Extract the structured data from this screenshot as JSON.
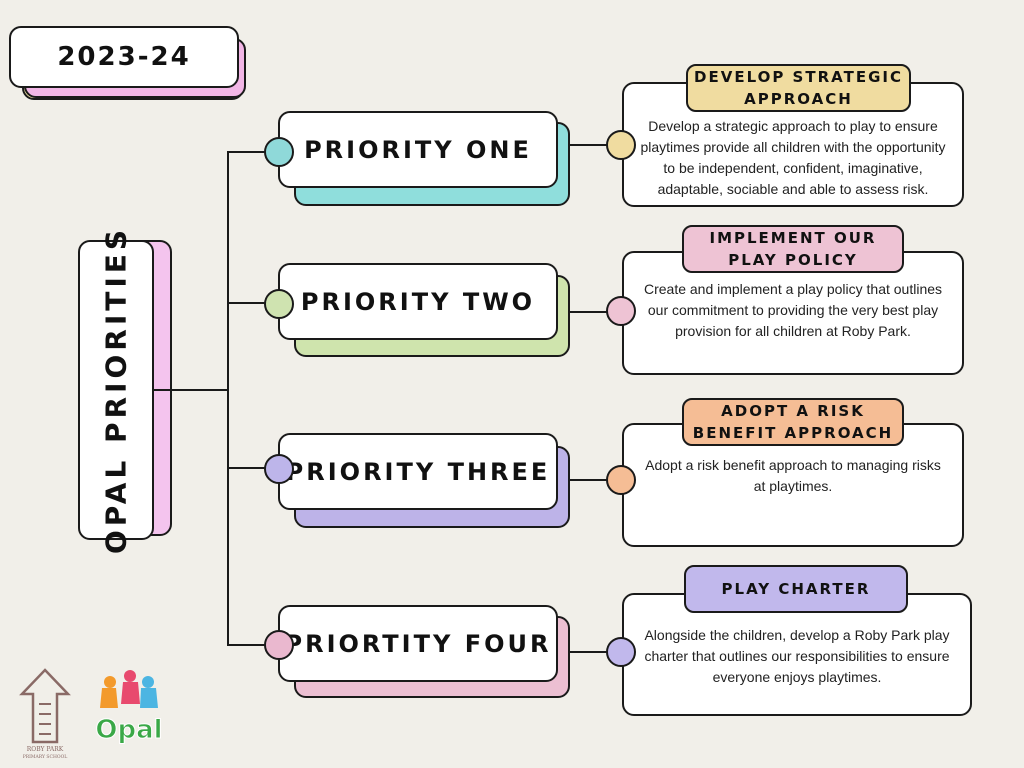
{
  "header": {
    "year": "2023-24"
  },
  "main_label": "OPAL PRIORITIES",
  "priorities": [
    {
      "label": "PRIORITY ONE",
      "dot_color": "#8fd9d9",
      "shadow_color": "#8fdedc"
    },
    {
      "label": "PRIORITY TWO",
      "dot_color": "#cfe3b0",
      "shadow_color": "#cfe4ad"
    },
    {
      "label": "PRIORITY THREE",
      "dot_color": "#bdb5ea",
      "shadow_color": "#bdb3e8"
    },
    {
      "label": "PRIORTITY FOUR",
      "dot_color": "#eab8cf",
      "shadow_color": "#ecbfd2"
    }
  ],
  "details": [
    {
      "title": "DEVELOP STRATEGIC APPROACH",
      "tab_color": "#f0dca0",
      "dot_color": "#f0dca0",
      "text": "Develop a strategic approach to play to ensure playtimes provide all children with the opportunity to be independent, confident, imaginative, adaptable, sociable and able to assess risk."
    },
    {
      "title": "IMPLEMENT OUR PLAY POLICY",
      "tab_color": "#eec3d4",
      "dot_color": "#eec3d4",
      "text": "Create and implement a play policy that outlines our commitment to providing the very best play provision for all children at Roby Park."
    },
    {
      "title": "ADOPT A RISK BENEFIT APPROACH",
      "tab_color": "#f5bd95",
      "dot_color": "#f5bd95",
      "text": "Adopt a risk benefit approach to managing risks at playtimes."
    },
    {
      "title": "PLAY CHARTER",
      "tab_color": "#c1b8ec",
      "dot_color": "#c1b8ec",
      "text": "Alongside the children, develop a Roby Park play charter that outlines our responsibilities to ensure everyone enjoys playtimes."
    }
  ],
  "logos": {
    "school_logo_text": "AIMING FOR EXCELLENCE ROBY PARK PRIMARY SCHOOL",
    "opal_logo_text": "Opal"
  },
  "colors": {
    "background": "#f1efe9",
    "year_shadow_pink": "#f2b6e6",
    "year_shadow_yellow": "#f4e6a8",
    "opal_shadow": "#f4c4ee"
  }
}
